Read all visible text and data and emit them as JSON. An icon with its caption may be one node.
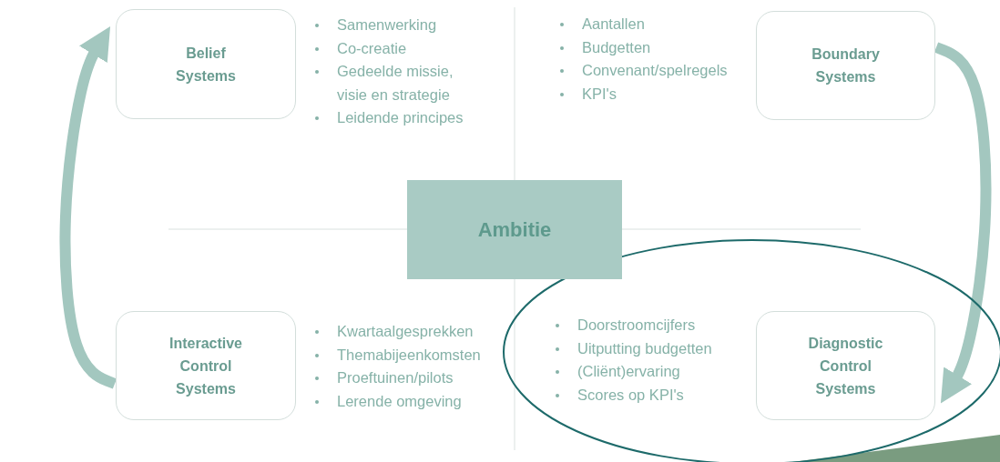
{
  "diagram": {
    "nodes": [
      {
        "text": [
          "Belief Systems"
        ],
        "beside": [
          "Samenwerking",
          "Co-creatie",
          "Gedeelde missie, visie en strategie",
          "Leidende principes"
        ]
      },
      {
        "text": [
          "Boundary Systems"
        ],
        "beside": [
          "Aantallen",
          "Budgetten",
          "Convenant/spelregels",
          "KPI's"
        ]
      },
      {
        "text": [
          "Ambitie"
        ]
      },
      {
        "text": [
          "Interactive Control Systems"
        ],
        "beside": [
          "Kwartaalgesprekken",
          "Themabijeenkomsten",
          "Proeftuinen/pilots",
          "Lerende omgeving"
        ]
      },
      {
        "text": [
          "Diagnostic Control Systems"
        ],
        "beside": [
          "Doorstroomcijfers",
          "Uitputting budgetten",
          "(Cliënt)ervaring",
          "Scores op KPI's"
        ]
      }
    ],
    "edges": [
      {
        "from": 1,
        "to": 4,
        "arrow": "to"
      },
      {
        "from": 3,
        "to": 0,
        "arrow": "to"
      }
    ]
  }
}
